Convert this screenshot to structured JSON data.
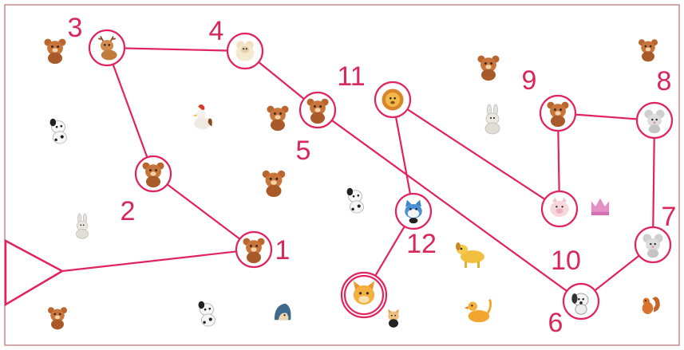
{
  "colors": {
    "line": "#e0245e",
    "number": "#d8285a",
    "frame": "#c98a8a",
    "brown": "#c8743a",
    "orange": "#e8982c",
    "cream": "#f2e2c2",
    "gray": "#cfcfcf",
    "black": "#222222",
    "pink": "#e58fc8",
    "blue": "#3e86c8"
  },
  "puzzle": {
    "stations": [
      {
        "label": "1",
        "animal": "bear",
        "icon": "brown-bear-icon"
      },
      {
        "label": "2",
        "animal": "bear",
        "icon": "brown-bear-icon"
      },
      {
        "label": "3",
        "animal": "deer",
        "icon": "deer-icon"
      },
      {
        "label": "4",
        "animal": "lamb",
        "icon": "lamb-icon"
      },
      {
        "label": "5",
        "animal": "bear",
        "icon": "brown-bear-icon"
      },
      {
        "label": "6",
        "animal": "dog",
        "icon": "dog-icon"
      },
      {
        "label": "7",
        "animal": "mouse",
        "icon": "gray-mouse-icon"
      },
      {
        "label": "8",
        "animal": "mouse",
        "icon": "gray-mouse-icon"
      },
      {
        "label": "9",
        "animal": "bear",
        "icon": "brown-bear-icon"
      },
      {
        "label": "10",
        "animal": "pig",
        "icon": "pig-icon"
      },
      {
        "label": "11",
        "animal": "lion",
        "icon": "lion-icon"
      },
      {
        "label": "12",
        "animal": "cat",
        "icon": "blue-cat-icon"
      }
    ],
    "decorations": [
      {
        "icon": "brown-bear-icon"
      },
      {
        "icon": "dalmatian-dog-icon"
      },
      {
        "icon": "bunny-icon"
      },
      {
        "icon": "brown-bear-icon"
      },
      {
        "icon": "rooster-icon"
      },
      {
        "icon": "brown-bear-icon"
      },
      {
        "icon": "brown-bear-icon"
      },
      {
        "icon": "dalmatian-dog-icon"
      },
      {
        "icon": "dalmatian-dog-icon"
      },
      {
        "icon": "hedgehog-icon"
      },
      {
        "icon": "brown-bear-icon"
      },
      {
        "icon": "bunny-icon"
      },
      {
        "icon": "yellow-dog-icon"
      },
      {
        "icon": "duck-icon"
      },
      {
        "icon": "pink-crown-icon"
      },
      {
        "icon": "brown-bear-icon"
      },
      {
        "icon": "squirrel-icon"
      },
      {
        "icon": "yellow-fox-icon"
      },
      {
        "icon": "cat-toy-icon"
      }
    ],
    "start_marker": {
      "icon": "start-arrow-icon"
    }
  }
}
